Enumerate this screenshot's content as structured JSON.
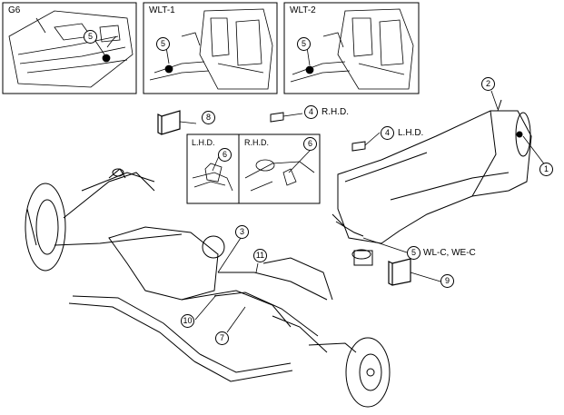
{
  "insets": [
    {
      "label": "G6",
      "part": "5"
    },
    {
      "label": "WLT-1",
      "part": "5"
    },
    {
      "label": "WLT-2",
      "part": "5"
    }
  ],
  "sub_inset": {
    "left": "L.H.D.",
    "right": "R.H.D.",
    "part": "6"
  },
  "callouts": [
    {
      "num": "1",
      "text": ""
    },
    {
      "num": "2",
      "text": ""
    },
    {
      "num": "3",
      "text": ""
    },
    {
      "num": "4",
      "text": "R.H.D."
    },
    {
      "num": "4",
      "text": "L.H.D."
    },
    {
      "num": "5",
      "text": "WL-C, WE-C"
    },
    {
      "num": "7",
      "text": ""
    },
    {
      "num": "8",
      "text": ""
    },
    {
      "num": "9",
      "text": ""
    },
    {
      "num": "10",
      "text": ""
    },
    {
      "num": "11",
      "text": ""
    }
  ]
}
